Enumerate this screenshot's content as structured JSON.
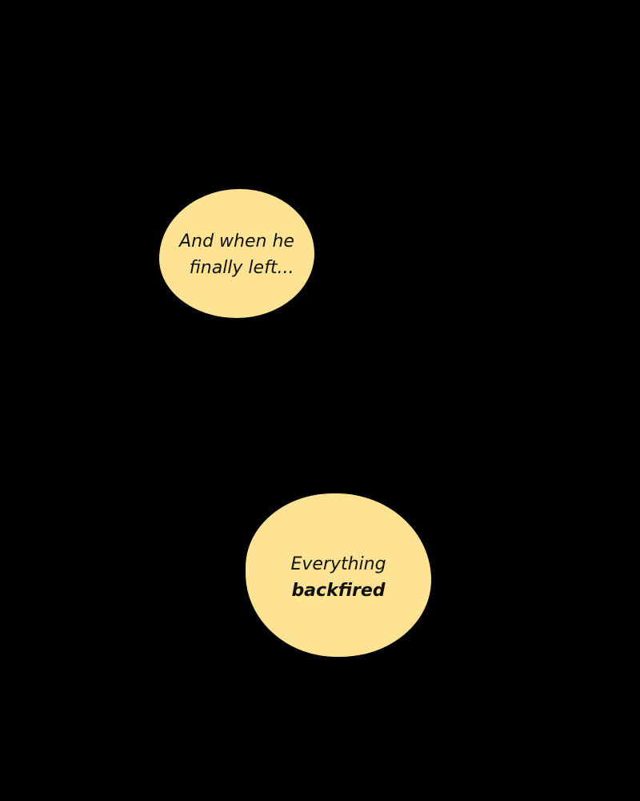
{
  "colors": {
    "background": "#000000",
    "bubble_fill": "#FFE394",
    "text": "#111111"
  },
  "bubbles": [
    {
      "lines": [
        "And when he",
        "finally left..."
      ]
    },
    {
      "lines": [
        "Everything",
        "backfired"
      ]
    }
  ]
}
